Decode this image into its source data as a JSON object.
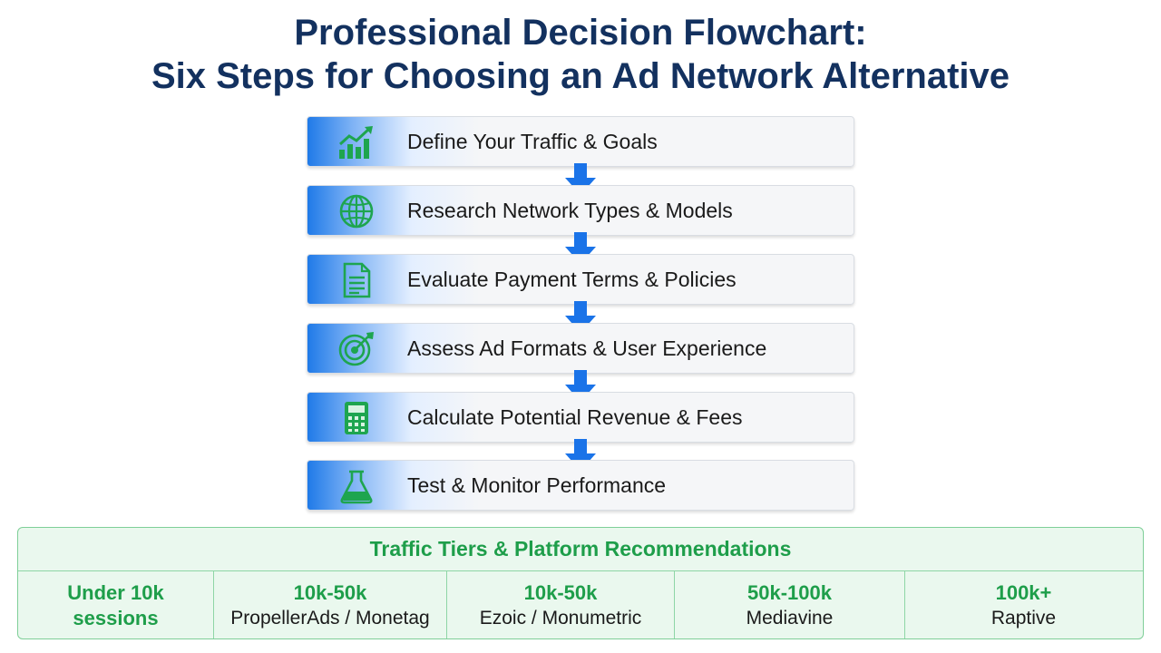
{
  "title": {
    "line1": "Professional Decision Flowchart:",
    "line2": "Six Steps for Choosing an Ad Network Alternative"
  },
  "steps": [
    {
      "label": "Define Your Traffic & Goals",
      "icon": "growth-chart-icon"
    },
    {
      "label": "Research Network Types & Models",
      "icon": "globe-icon"
    },
    {
      "label": "Evaluate Payment Terms & Policies",
      "icon": "document-icon"
    },
    {
      "label": "Assess Ad Formats & User Experience",
      "icon": "target-icon"
    },
    {
      "label": "Calculate Potential Revenue & Fees",
      "icon": "calculator-icon"
    },
    {
      "label": "Test & Monitor Performance",
      "icon": "flask-icon"
    }
  ],
  "tiers": {
    "heading": "Traffic Tiers & Platform Recommendations",
    "columns": [
      {
        "range": "Under 10k",
        "platform": "sessions"
      },
      {
        "range": "10k-50k",
        "platform": "PropellerAds / Monetag"
      },
      {
        "range": "10k-50k",
        "platform": "Ezoic / Monumetric"
      },
      {
        "range": "50k-100k",
        "platform": "Mediavine"
      },
      {
        "range": "100k+",
        "platform": "Raptive"
      }
    ]
  },
  "colors": {
    "title": "#13315f",
    "step_accent": "#1f7ae8",
    "icon_green": "#1ea54f",
    "arrow_blue": "#1a73e8",
    "tier_green": "#1e9e4a",
    "tier_bg": "#eaf8ee"
  }
}
